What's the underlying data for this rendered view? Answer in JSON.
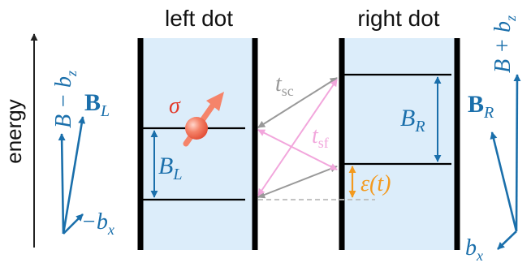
{
  "titles": {
    "left": "left dot",
    "right": "right dot"
  },
  "axis": {
    "label": "energy"
  },
  "left_vectors": {
    "field_label": "B",
    "field_sub": "L",
    "comp_z": "B − b",
    "comp_z_sub": "z",
    "comp_x": "−b",
    "comp_x_sub": "x"
  },
  "right_vectors": {
    "field_label": "B",
    "field_sub": "R",
    "comp_z": "B + b",
    "comp_z_sub": "z",
    "comp_x": "b",
    "comp_x_sub": "x"
  },
  "labels": {
    "sigma": "σ",
    "BL": "B",
    "BL_sub": "L",
    "BR": "B",
    "BR_sub": "R",
    "t_sc": "t",
    "t_sc_sub": "sc",
    "t_sf": "t",
    "t_sf_sub": "sf",
    "eps": "ε(t)"
  },
  "colors": {
    "blue": "#1a6fab",
    "gray": "#999999",
    "pink": "#f2a6dc",
    "orange": "#f39a1e",
    "red": "#e2392a",
    "fill": "#dcedfa"
  }
}
